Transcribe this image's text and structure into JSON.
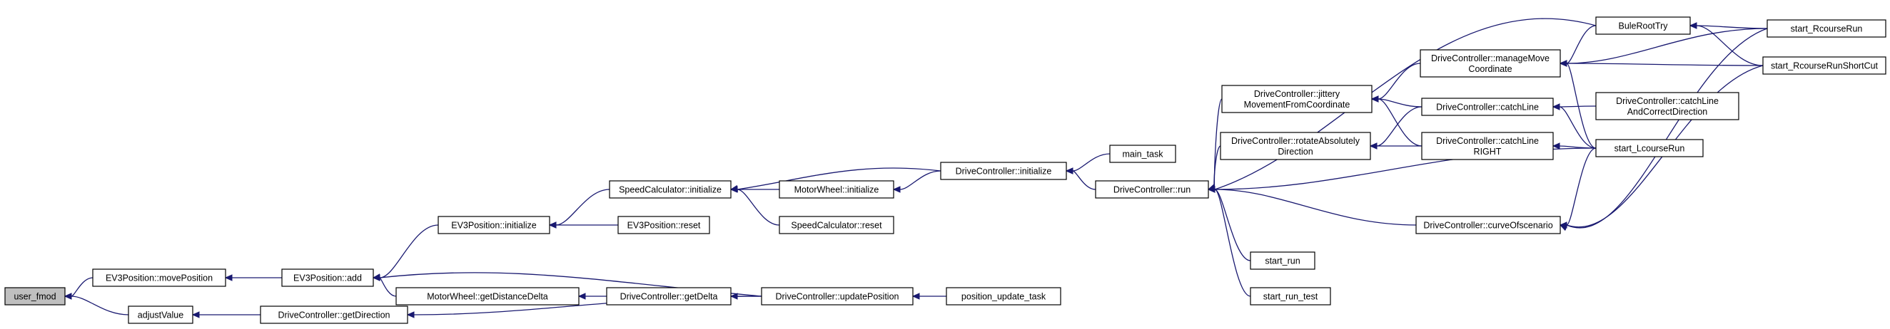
{
  "graph": {
    "title": "",
    "edge_color": "#191970",
    "highlight_color": "#bfbfbf",
    "nodes": [
      {
        "id": "user_fmod",
        "lines": [
          "user_fmod"
        ],
        "highlight": true
      },
      {
        "id": "movePosition",
        "lines": [
          "EV3Position::movePosition"
        ]
      },
      {
        "id": "adjustValue",
        "lines": [
          "adjustValue"
        ]
      },
      {
        "id": "ev3_add",
        "lines": [
          "EV3Position::add"
        ]
      },
      {
        "id": "ev3_init",
        "lines": [
          "EV3Position::initialize"
        ]
      },
      {
        "id": "ev3_reset",
        "lines": [
          "EV3Position::reset"
        ]
      },
      {
        "id": "sc_init",
        "lines": [
          "SpeedCalculator::initialize"
        ]
      },
      {
        "id": "mw_init",
        "lines": [
          "MotorWheel::initialize"
        ]
      },
      {
        "id": "sc_reset",
        "lines": [
          "SpeedCalculator::reset"
        ]
      },
      {
        "id": "dc_init",
        "lines": [
          "DriveController::initialize"
        ]
      },
      {
        "id": "main_task",
        "lines": [
          "main_task"
        ]
      },
      {
        "id": "mw_gdd",
        "lines": [
          "MotorWheel::getDistanceDelta"
        ]
      },
      {
        "id": "dc_getdelta",
        "lines": [
          "DriveController::getDelta"
        ]
      },
      {
        "id": "dc_update",
        "lines": [
          "DriveController::updatePosition"
        ]
      },
      {
        "id": "pos_task",
        "lines": [
          "position_update_task"
        ]
      },
      {
        "id": "dc_getdir",
        "lines": [
          "DriveController::getDirection"
        ]
      },
      {
        "id": "dc_run",
        "lines": [
          "DriveController::run"
        ]
      },
      {
        "id": "dc_jittery",
        "lines": [
          "DriveController::jittery",
          "MovementFromCoordinate"
        ]
      },
      {
        "id": "dc_rotate",
        "lines": [
          "DriveController::rotateAbsolutely",
          "Direction"
        ]
      },
      {
        "id": "dc_manage",
        "lines": [
          "DriveController::manageMove",
          "Coordinate"
        ]
      },
      {
        "id": "dc_catchline",
        "lines": [
          "DriveController::catchLine"
        ]
      },
      {
        "id": "dc_catchright",
        "lines": [
          "DriveController::catchLine",
          "RIGHT"
        ]
      },
      {
        "id": "dc_curve",
        "lines": [
          "DriveController::curveOfscenario"
        ]
      },
      {
        "id": "start_run",
        "lines": [
          "start_run"
        ]
      },
      {
        "id": "start_run_test",
        "lines": [
          "start_run_test"
        ]
      },
      {
        "id": "buleroot",
        "lines": [
          "BuleRootTry"
        ]
      },
      {
        "id": "dc_catchline_acd",
        "lines": [
          "DriveController::catchLine",
          "AndCorrectDirection"
        ]
      },
      {
        "id": "start_l",
        "lines": [
          "start_LcourseRun"
        ]
      },
      {
        "id": "start_r",
        "lines": [
          "start_RcourseRun"
        ]
      },
      {
        "id": "start_r_sc",
        "lines": [
          "start_RcourseRunShortCut"
        ]
      }
    ]
  }
}
